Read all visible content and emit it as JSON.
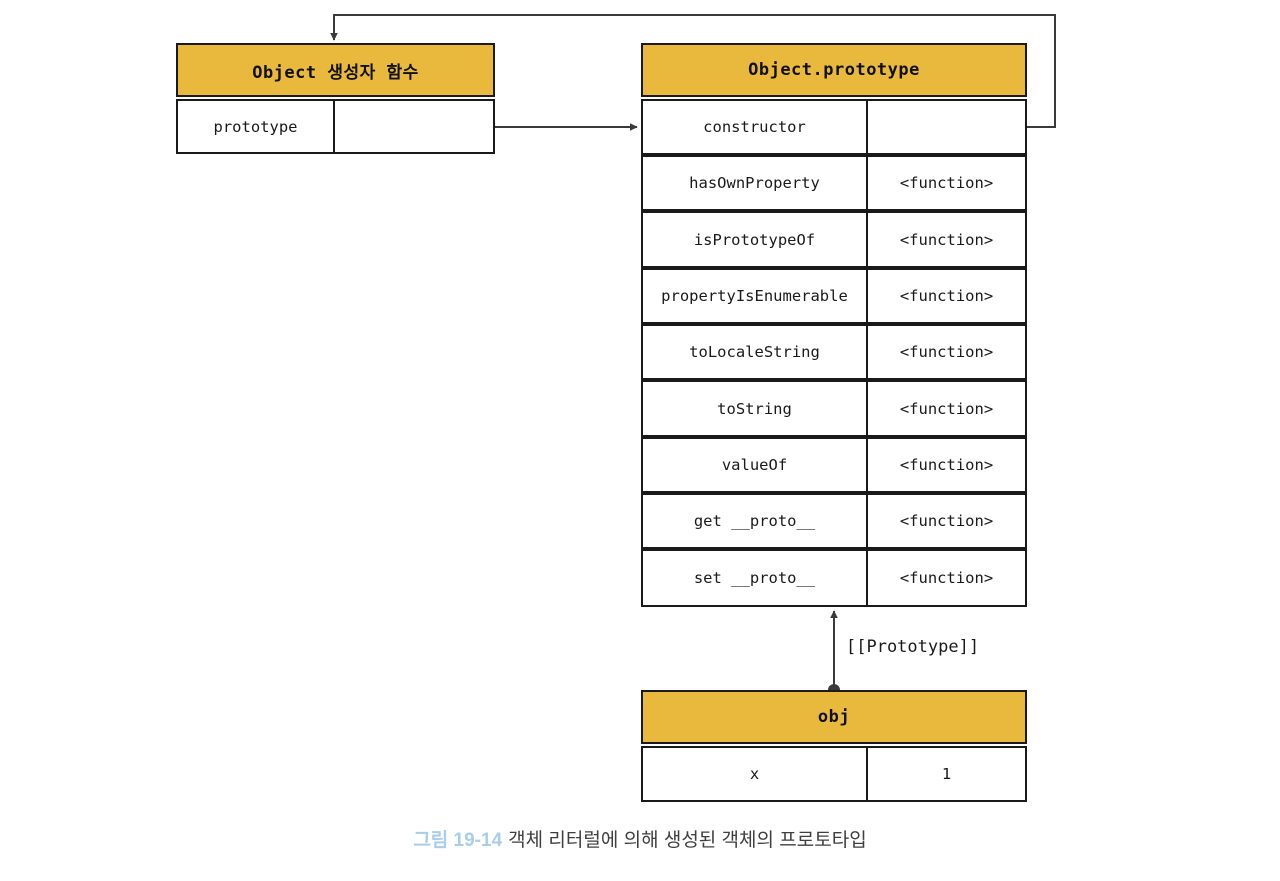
{
  "diagram": {
    "title": "객체 리터럴에 의해 생성된 객체의 프로토타입",
    "colors": {
      "header_fill": "#e8b93c",
      "border": "#1a1a1a",
      "wire": "#3a3a3a",
      "caption_accent": "#a9cdea",
      "background": "#ffffff"
    },
    "constructor_box": {
      "title": "Object 생성자 함수",
      "rows": [
        {
          "key": "prototype",
          "value": ""
        }
      ]
    },
    "prototype_box": {
      "title": "Object.prototype",
      "rows": [
        {
          "key": "constructor",
          "value": ""
        },
        {
          "key": "hasOwnProperty",
          "value": "<function>"
        },
        {
          "key": "isPrototypeOf",
          "value": "<function>"
        },
        {
          "key": "propertyIsEnumerable",
          "value": "<function>"
        },
        {
          "key": "toLocaleString",
          "value": "<function>"
        },
        {
          "key": "toString",
          "value": "<function>"
        },
        {
          "key": "valueOf",
          "value": "<function>"
        },
        {
          "key": "get __proto__",
          "value": "<function>"
        },
        {
          "key": "set __proto__",
          "value": "<function>"
        }
      ]
    },
    "object_box": {
      "title": "obj",
      "rows": [
        {
          "key": "x",
          "value": "1"
        }
      ]
    },
    "labels": {
      "prototype_link": "[[Prototype]]"
    },
    "caption": {
      "figure_number": "그림 19-14",
      "text": "객체 리터럴에 의해 생성된 객체의 프로토타입"
    }
  }
}
